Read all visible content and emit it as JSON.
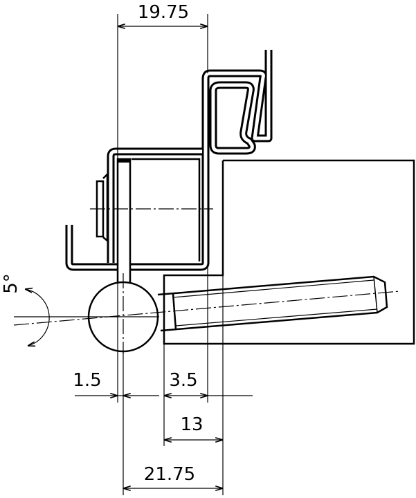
{
  "dimensions": {
    "top_width": "19.75",
    "offset_small": "1.5",
    "offset_screw": "3.5",
    "screw_setback": "13",
    "total": "21.75",
    "angle": "5°"
  },
  "colors": {
    "line": "#000000",
    "background": "#ffffff"
  }
}
